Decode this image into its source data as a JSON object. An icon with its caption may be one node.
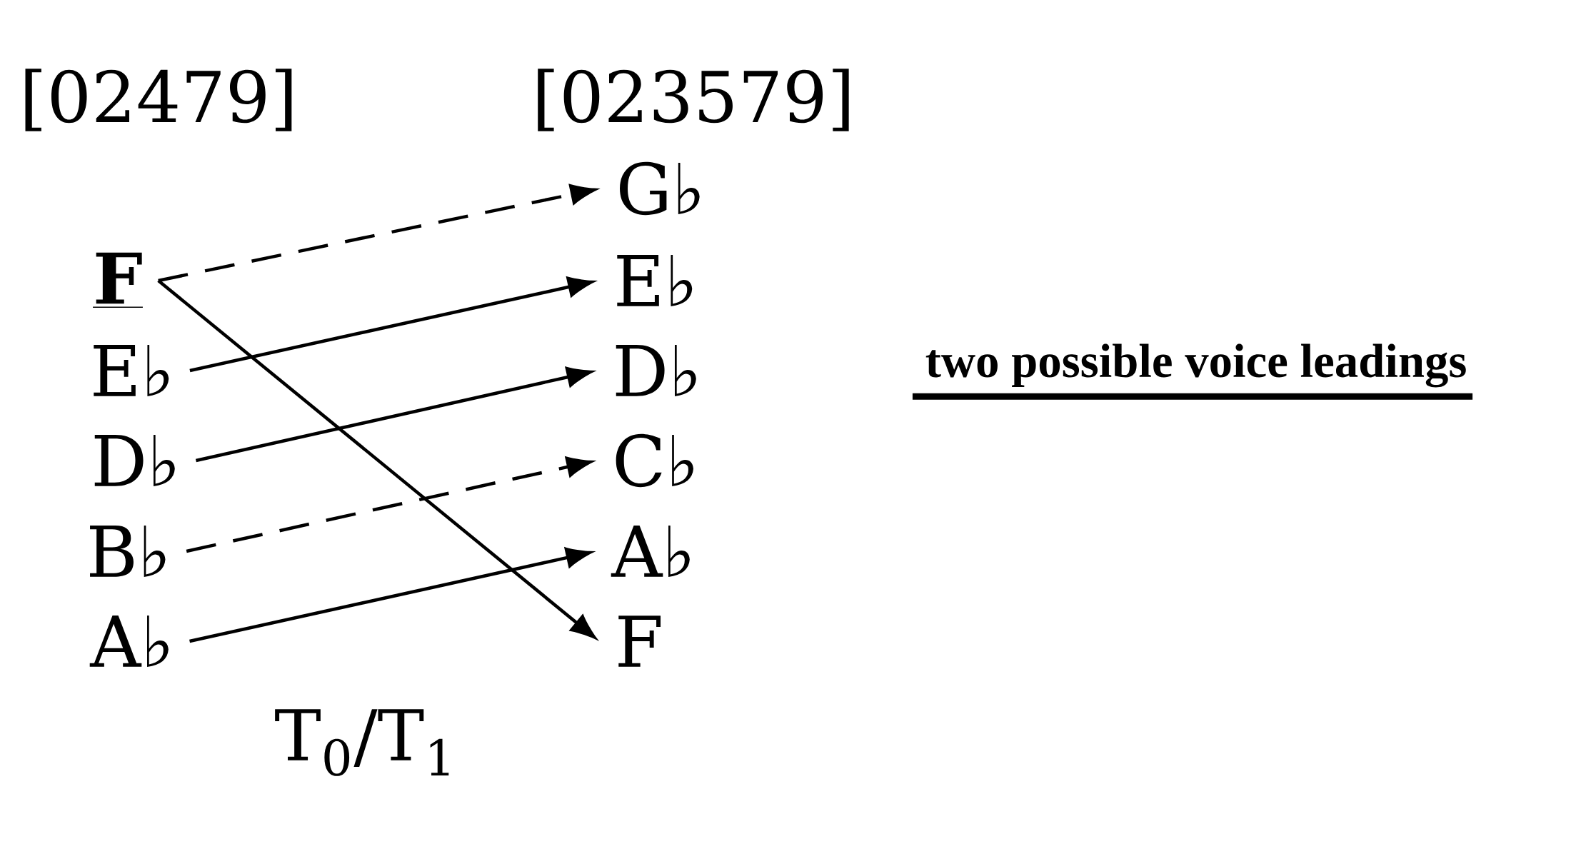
{
  "diagram": {
    "nodes": [
      {
        "text": [
          "F"
        ]
      },
      {
        "text": [
          "E♭"
        ]
      },
      {
        "text": [
          "D♭"
        ]
      },
      {
        "text": [
          "B♭"
        ]
      },
      {
        "text": [
          "A♭"
        ]
      },
      {
        "text": [
          "G♭"
        ]
      },
      {
        "text": [
          "E♭"
        ]
      },
      {
        "text": [
          "D♭"
        ]
      },
      {
        "text": [
          "C♭"
        ]
      },
      {
        "text": [
          "A♭"
        ]
      },
      {
        "text": [
          "F"
        ]
      }
    ],
    "edges": [
      {
        "from": 0,
        "to": 5,
        "arrow": "to",
        "style": "dashed"
      },
      {
        "from": 0,
        "to": 10,
        "arrow": "to"
      },
      {
        "from": 1,
        "to": 6,
        "arrow": "to"
      },
      {
        "from": 2,
        "to": 7,
        "arrow": "to"
      },
      {
        "from": 3,
        "to": 8,
        "arrow": "to",
        "style": "dashed"
      },
      {
        "from": 4,
        "to": 9,
        "arrow": "to"
      }
    ],
    "labels": [
      "[02479]",
      "[023579]",
      "two possible voice leadings",
      "T$_{0}$/T$_{1}$"
    ]
  }
}
